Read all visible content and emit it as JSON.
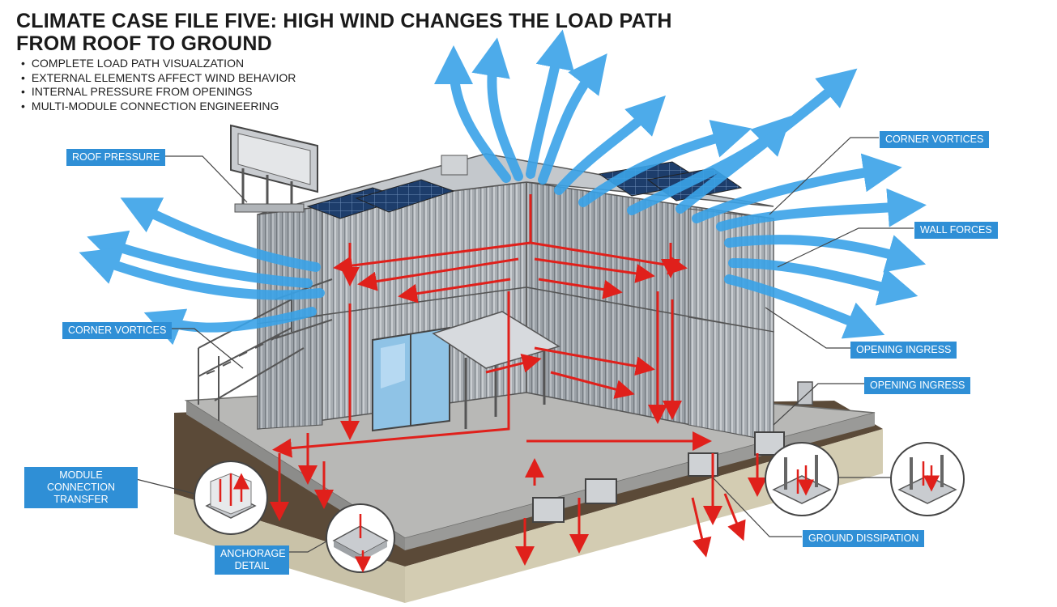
{
  "title": {
    "line1": "CLIMATE CASE FILE FIVE: HIGH WIND CHANGES THE LOAD PATH",
    "line2": "FROM ROOF TO GROUND"
  },
  "bullets": [
    "COMPLETE LOAD PATH VISUALZATION",
    "EXTERNAL ELEMENTS AFFECT WIND BEHAVIOR",
    "INTERNAL PRESSURE FROM OPENINGS",
    "MULTI-MODULE CONNECTION ENGINEERING"
  ],
  "callouts": {
    "roof_pressure": "ROOF PRESSURE",
    "corner_vortices_left": "CORNER VORTICES",
    "module_connection": "MODULE CONNECTION TRANSFER",
    "anchorage": "ANCHORAGE DETAIL",
    "corner_vortices_right": "CORNER VORTICES",
    "wall_forces": "WALL FORCES",
    "opening_ingress_1": "OPENING INGRESS",
    "opening_ingress_2": "OPENING INGRESS",
    "ground_dissipation": "GROUND DISSIPATION"
  },
  "colors": {
    "callout_bg": "#2f8fd6",
    "wind_arrow": "#3aa3e8",
    "load_arrow": "#e0201b",
    "container_metal": "#a9aeb3",
    "slab": "#b5b5b3",
    "soil": "#5b4a38"
  }
}
